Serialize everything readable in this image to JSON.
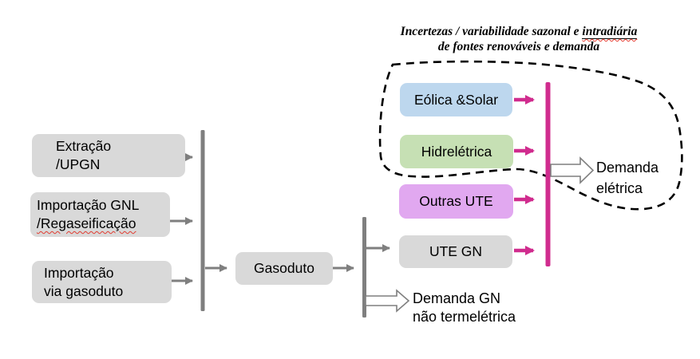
{
  "colors": {
    "box-gray": "#D9D9D9",
    "box-blue": "#BDD7EE",
    "box-green": "#C6E0B4",
    "box-purple": "#E1A8F0",
    "connector-gray": "#7F7F7F",
    "magenta": "#D02C8E",
    "spellcheck-red": "#E03C31"
  },
  "annotation": {
    "line1_prefix": "Incertezas / variabilidade sazonal e ",
    "line1_underlined": "intradiária",
    "line2": "de fontes renováveis e demanda"
  },
  "gas_sources": [
    {
      "line1": "Extração",
      "line2": "/UPGN"
    },
    {
      "line1": "Importação GNL",
      "line2": "/Regaseificação"
    },
    {
      "line1": "Importação",
      "line2": "via gasoduto"
    }
  ],
  "pipeline": {
    "label": "Gasoduto"
  },
  "power_sources": [
    {
      "label": "Eólica &Solar"
    },
    {
      "label": "Hidrelétrica"
    },
    {
      "label": "Outras UTE"
    },
    {
      "label": "UTE GN"
    }
  ],
  "demands": {
    "electric": {
      "line1": "Demanda",
      "line2": "elétrica"
    },
    "gas": {
      "line1": "Demanda GN",
      "line2": "não termelétrica"
    }
  }
}
